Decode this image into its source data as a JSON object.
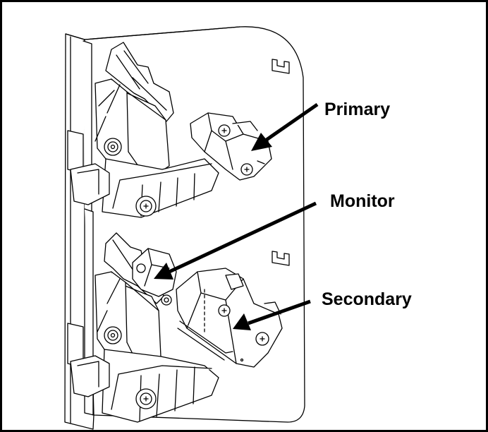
{
  "callouts": {
    "primary": "Primary",
    "monitor": "Monitor",
    "secondary": "Secondary"
  },
  "colors": {
    "line": "#000000",
    "fill": "#ffffff",
    "frame": "#000000"
  }
}
